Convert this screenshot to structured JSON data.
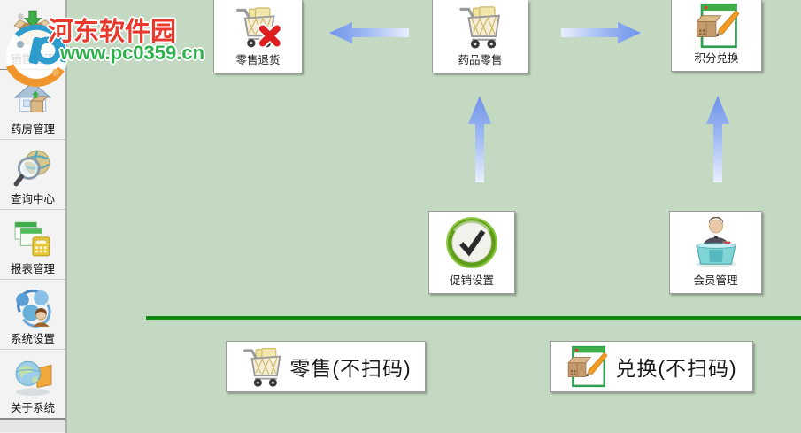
{
  "watermark": {
    "site_name": "河东软件园",
    "site_url": "www.pc0359.cn",
    "name_color": "#e8392c",
    "url_color": "#2cb14b"
  },
  "sidebar": {
    "items": [
      {
        "label": "销售管理",
        "icon": "sales-box-icon"
      },
      {
        "label": "药房管理",
        "icon": "pharmacy-house-icon"
      },
      {
        "label": "查询中心",
        "icon": "query-globe-icon"
      },
      {
        "label": "报表管理",
        "icon": "report-calculator-icon"
      },
      {
        "label": "系统设置",
        "icon": "system-gears-icon"
      },
      {
        "label": "关于系统",
        "icon": "about-globe-icon"
      }
    ]
  },
  "main": {
    "bg_color": "#c4d9c1",
    "divider_color": "#0e8a0e",
    "arrow_color": "#6e92ea",
    "top_buttons": [
      {
        "label": "零售退货",
        "icon": "cart-return-icon"
      },
      {
        "label": "药品零售",
        "icon": "cart-icon"
      },
      {
        "label": "积分兑换",
        "icon": "exchange-doc-icon"
      }
    ],
    "mid_buttons": [
      {
        "label": "促销设置",
        "icon": "check-circle-icon"
      },
      {
        "label": "会员管理",
        "icon": "member-desk-icon"
      }
    ],
    "bottom_buttons": [
      {
        "label": "零售(不扫码)",
        "icon": "cart-icon"
      },
      {
        "label": "兑换(不扫码)",
        "icon": "exchange-doc-icon"
      }
    ]
  }
}
